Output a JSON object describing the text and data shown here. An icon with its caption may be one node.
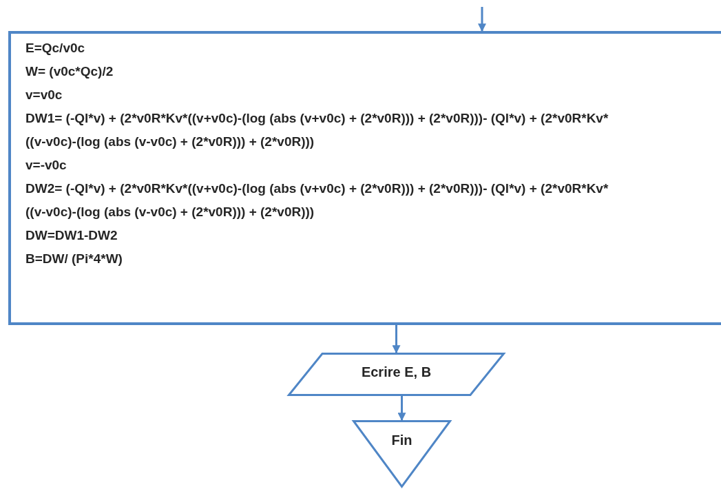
{
  "diagram": {
    "nodes": [
      {
        "text": [
          "E=Qc/v0c",
          "W= (v0c*Qc)/2",
          "v=v0c",
          "DW1= (-Ql*v) + (2*v0R*Kv*((v+v0c)-(log (abs (v+v0c) + (2*v0R))) + (2*v0R)))- (Ql*v) + (2*v0R*Kv*((v-v0c)-(log (abs (v-v0c) + (2*v0R))) + (2*v0R)))",
          "v=-v0c",
          "DW2= (-Ql*v) + (2*v0R*Kv*((v+v0c)-(log (abs (v+v0c) + (2*v0R))) + (2*v0R)))- (Ql*v) + (2*v0R*Kv*((v-v0c)-(log (abs (v-v0c) + (2*v0R))) + (2*v0R)))",
          "DW=DW1-DW2",
          "B=DW/ (Pi*4*W)"
        ]
      },
      {
        "text": [
          "Ecrire E, B"
        ]
      },
      {
        "text": [
          "Fin"
        ]
      }
    ],
    "edges": [
      {
        "from": null,
        "to": 0,
        "arrow": "to"
      },
      {
        "from": 0,
        "to": 1,
        "arrow": "to"
      },
      {
        "from": 1,
        "to": 2,
        "arrow": "to"
      }
    ]
  }
}
